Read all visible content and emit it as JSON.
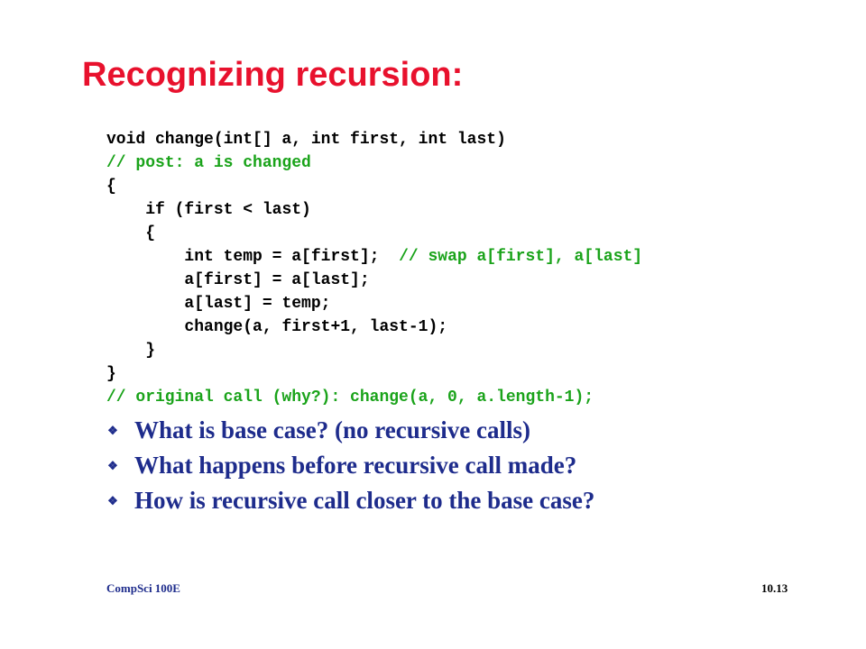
{
  "slide": {
    "title": "Recognizing recursion:",
    "code_lines": [
      {
        "indent": "",
        "code": "void change(int[] a, int first, int last)",
        "comment": ""
      },
      {
        "indent": "",
        "code": "",
        "comment": "// post: a is changed"
      },
      {
        "indent": "",
        "code": "{",
        "comment": ""
      },
      {
        "indent": "    ",
        "code": "if (first < last)",
        "comment": ""
      },
      {
        "indent": "    ",
        "code": "{",
        "comment": ""
      },
      {
        "indent": "        ",
        "code": "int temp = a[first];  ",
        "comment": "// swap a[first], a[last]"
      },
      {
        "indent": "        ",
        "code": "a[first] = a[last];",
        "comment": ""
      },
      {
        "indent": "        ",
        "code": "a[last] = temp;",
        "comment": ""
      },
      {
        "indent": "        ",
        "code": "change(a, first+1, last-1);",
        "comment": ""
      },
      {
        "indent": "    ",
        "code": "}",
        "comment": ""
      },
      {
        "indent": "",
        "code": "}",
        "comment": ""
      },
      {
        "indent": "",
        "code": "",
        "comment": "// original call (why?): change(a, 0, a.length-1);"
      }
    ],
    "bullets": [
      "What is base case? (no recursive calls)",
      "What happens before recursive call made?",
      "How is recursive call closer to the base case?"
    ],
    "bullet_icon": "diamond-bullet-icon",
    "footer_left": "CompSci 100E",
    "footer_right": "10.13"
  },
  "colors": {
    "title": "#e8112d",
    "code": "#000000",
    "comment": "#1aa31a",
    "bullet_text": "#1e2c8c"
  }
}
